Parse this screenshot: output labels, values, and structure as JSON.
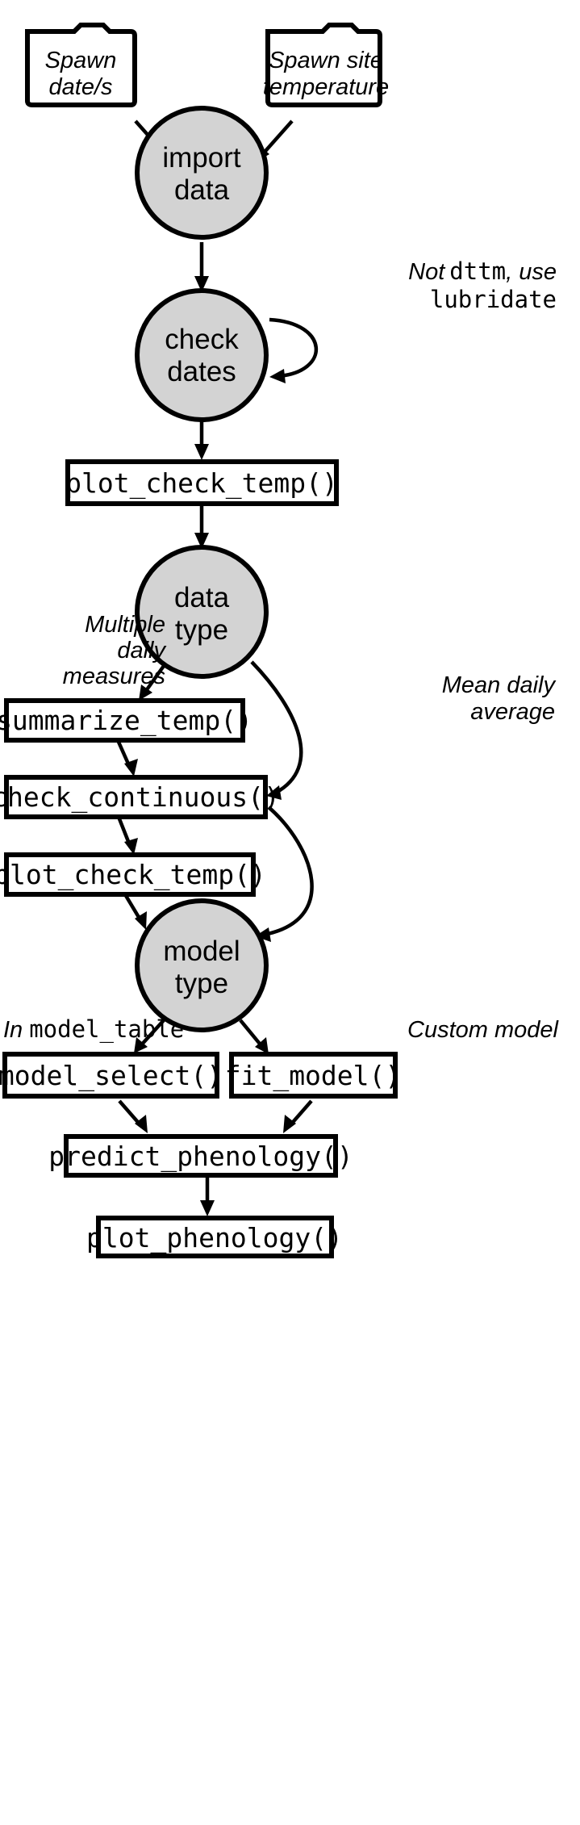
{
  "inputs": {
    "spawn_dates": [
      "Spawn",
      "date/s"
    ],
    "spawn_temp": [
      "Spawn site",
      "temperature"
    ]
  },
  "circles": {
    "import": [
      "import",
      "data"
    ],
    "check_dates": [
      "check",
      "dates"
    ],
    "data_type": [
      "data",
      "type"
    ],
    "model_type": [
      "model",
      "type"
    ]
  },
  "boxes": {
    "plot_check_temp_1": "plot_check_temp()",
    "summarize_temp": "summarize_temp()",
    "check_continuous": "check_continuous()",
    "plot_check_temp_2": "plot_check_temp()",
    "model_select": "model_select()",
    "fit_model": "fit_model()",
    "predict_phenology": "predict_phenology()",
    "plot_phenology": "plot_phenology()"
  },
  "labels": {
    "not_dttm_italic": "Not",
    "not_dttm_code": "dttm",
    "use_italic": ", use",
    "lubridate": "lubridate",
    "multiple_daily": [
      "Multiple",
      "daily",
      "measures"
    ],
    "mean_daily": [
      "Mean daily",
      "average"
    ],
    "in_italic": "In",
    "model_table": "model_table",
    "custom_model": "Custom model"
  }
}
